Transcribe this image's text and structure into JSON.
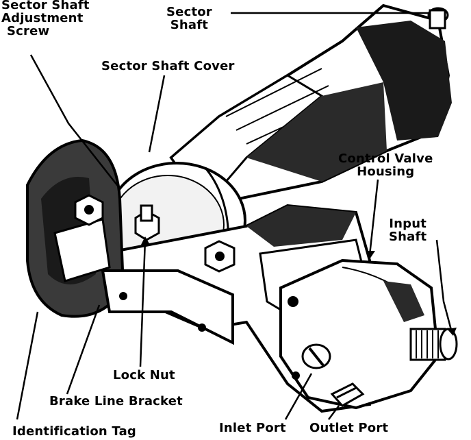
{
  "colors": {
    "ink": "#000000",
    "paper": "#ffffff"
  },
  "labels": {
    "sector_shaft_adjustment_screw": [
      "Sector Shaft",
      "Adjustment",
      "Screw"
    ],
    "sector_shaft": [
      "Sector",
      "Shaft"
    ],
    "sector_shaft_cover": "Sector Shaft Cover",
    "control_valve_housing": [
      "Control Valve",
      "Housing"
    ],
    "input_shaft": [
      "Input",
      "Shaft"
    ],
    "lock_nut": "Lock Nut",
    "brake_line_bracket": "Brake Line Bracket",
    "identification_tag": "Identification Tag",
    "inlet_port": "Inlet Port",
    "outlet_port": "Outlet Port"
  }
}
